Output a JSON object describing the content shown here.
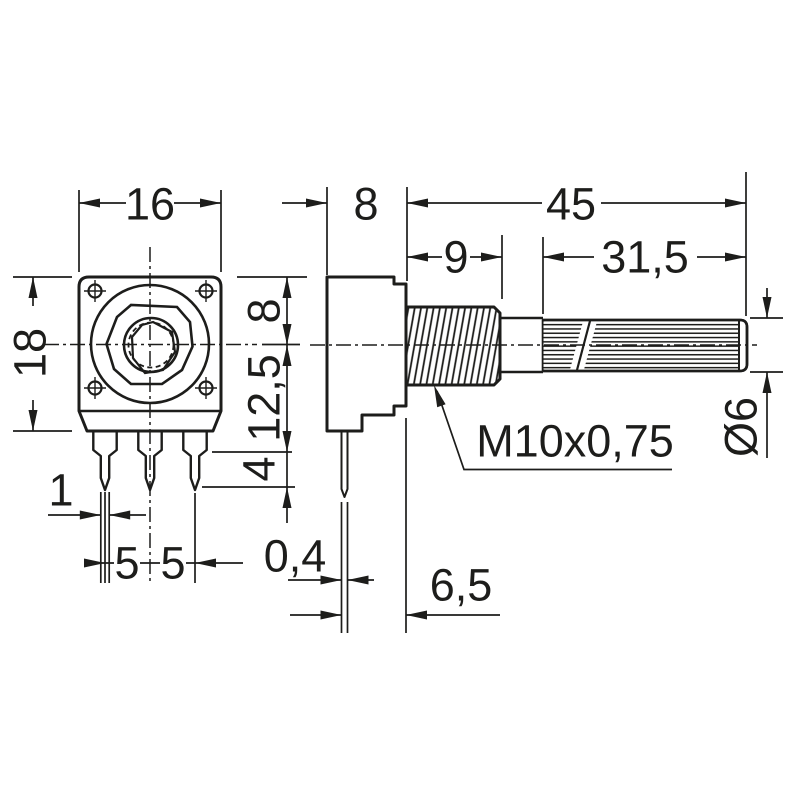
{
  "drawing": {
    "background": "#ffffff",
    "line_color": "#1d1d1b",
    "front_view": {
      "width_label": "16",
      "height_label": "18",
      "pin_thickness_label": "1",
      "pin_pitch_label_1": "5",
      "pin_pitch_label_2": "5"
    },
    "side_view": {
      "body_depth_label": "8",
      "shaft_length_label": "45",
      "thread_length_label": "9",
      "knurl_length_label": "31,5",
      "top_to_center_label": "8",
      "center_to_pin_seat_label": "12,5",
      "pin_tail_label": "4",
      "pin_thickness_label": "0,4",
      "pin_to_mount_face_label": "6,5",
      "thread_spec_label": "M10x0,75",
      "shaft_diameter_label": "Ø6"
    }
  }
}
